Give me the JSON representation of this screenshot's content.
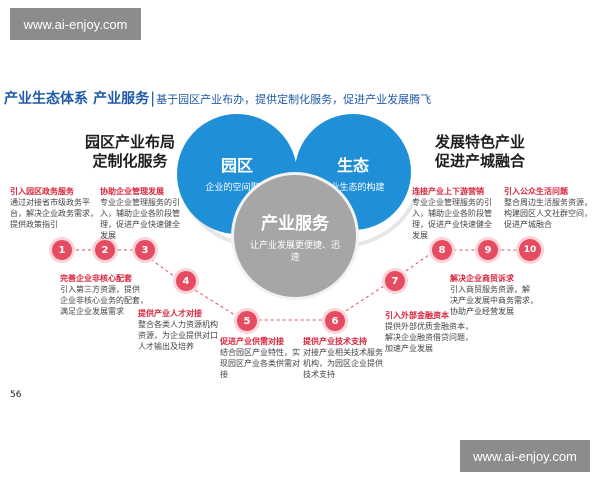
{
  "watermark": {
    "top": "www.ai-enjoy.com",
    "bottom": "www.ai-enjoy.com"
  },
  "header": {
    "title_a": "产业生态体系",
    "title_b": "产业服务",
    "divider": "|",
    "subtitle": "基于园区产业布办，提供定制化服务，促进产业发展腾飞"
  },
  "left_title": [
    "园区产业布局",
    "定制化服务"
  ],
  "right_title": [
    "发展特色产业",
    "促进产城融合"
  ],
  "bubbles": {
    "park": {
      "title": "园区",
      "sub": "企业的空间聚集"
    },
    "eco": {
      "title": "生态",
      "sub": "产业生态的构建"
    },
    "service": {
      "title": "产业服务",
      "sub": "让产业发展更便捷、迅速"
    }
  },
  "nodes": [
    "1",
    "2",
    "3",
    "4",
    "5",
    "6",
    "7",
    "8",
    "9",
    "10"
  ],
  "labels": [
    {
      "title": "引入园区政务服务",
      "desc": [
        "通过对接省市级政务平",
        "台，解决企业政务需求，",
        "提供政策指引"
      ]
    },
    {
      "title": "协助企业管理发展",
      "desc": [
        "专业企业管理服务的引",
        "入，辅助企业各阶段管",
        "理，促进产业快速健全",
        "发展"
      ]
    },
    {
      "title": "完善企业非核心配套",
      "desc": [
        "引入第三方资源，提供",
        "企业非核心业务的配套，",
        "满足企业发展需求"
      ]
    },
    {
      "title": "提供产业人才对接",
      "desc": [
        "整合各类人力资源机构",
        "资源，为企业提供对口",
        "人才输出及培养"
      ]
    },
    {
      "title": "促进产业供需对接",
      "desc": [
        "结合园区产业特性，实",
        "现园区产业各类供需对",
        "接"
      ]
    },
    {
      "title": "提供产业技术支持",
      "desc": [
        "对接产业相关技术服务",
        "机构，为园区企业提供",
        "技术支持"
      ]
    },
    {
      "title": "引入外部金融资本",
      "desc": [
        "提供外部优质金融资本，",
        "解决企业融资借贷问题，",
        "加速产业发展"
      ]
    },
    {
      "title": "连接产业上下游营销",
      "desc": [
        "专业企业管理服务的引",
        "入，辅助企业各阶段管",
        "理，促进产业快速健全",
        "发展"
      ]
    },
    {
      "title": "引入公众生活问题",
      "desc": [
        "整合周边生活服务资源，",
        "构建园区人文社群空间，",
        "促进产城融合"
      ]
    },
    {
      "title": "解决企业商贸诉求",
      "desc": [
        "引入商贸服务资源，解",
        "决产业发展中商务需求，",
        "协助产业经营发展"
      ]
    }
  ],
  "page_number": "56",
  "colors": {
    "accent_blue": "#1f8fd8",
    "node_red": "#e54c61",
    "label_red": "#d8253d",
    "grey_bubble": "#a6a6a6"
  }
}
